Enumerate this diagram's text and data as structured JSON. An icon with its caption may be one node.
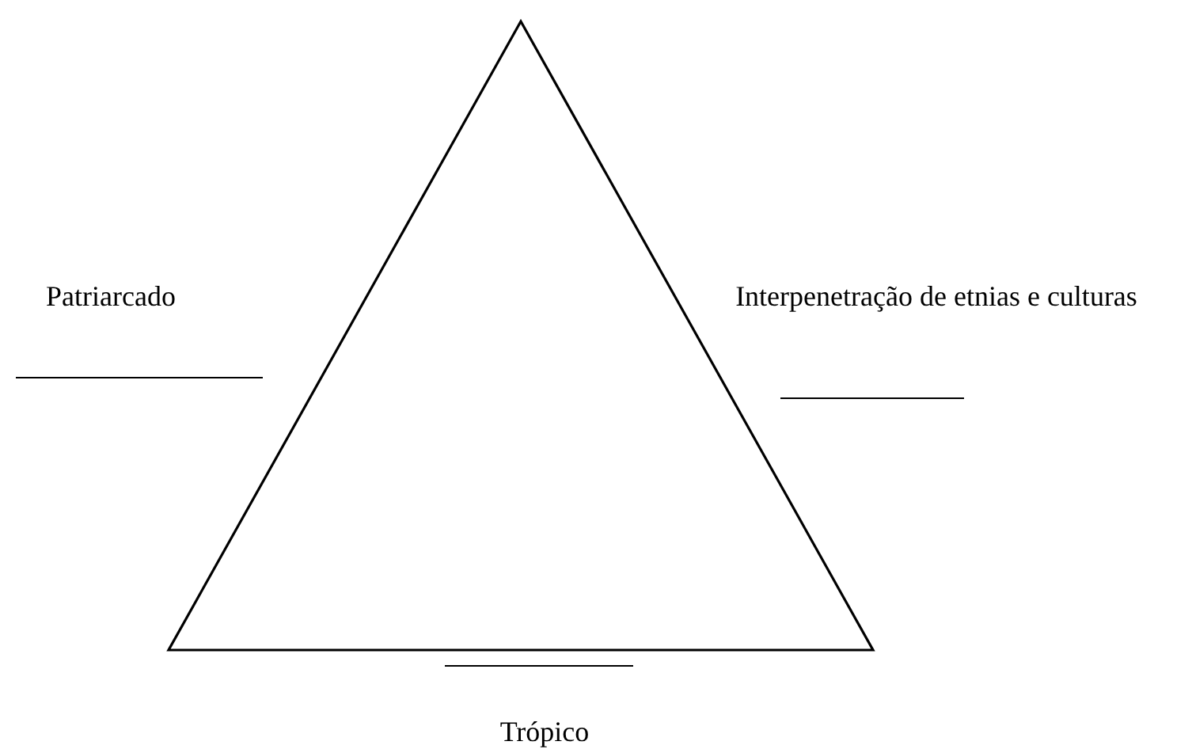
{
  "diagram": {
    "nodes": [
      {
        "text": [],
        "shape": "triangle"
      }
    ],
    "labels": [
      "Patriarcado",
      "Interpenetração de etnias e culturas",
      "Trópico"
    ]
  }
}
